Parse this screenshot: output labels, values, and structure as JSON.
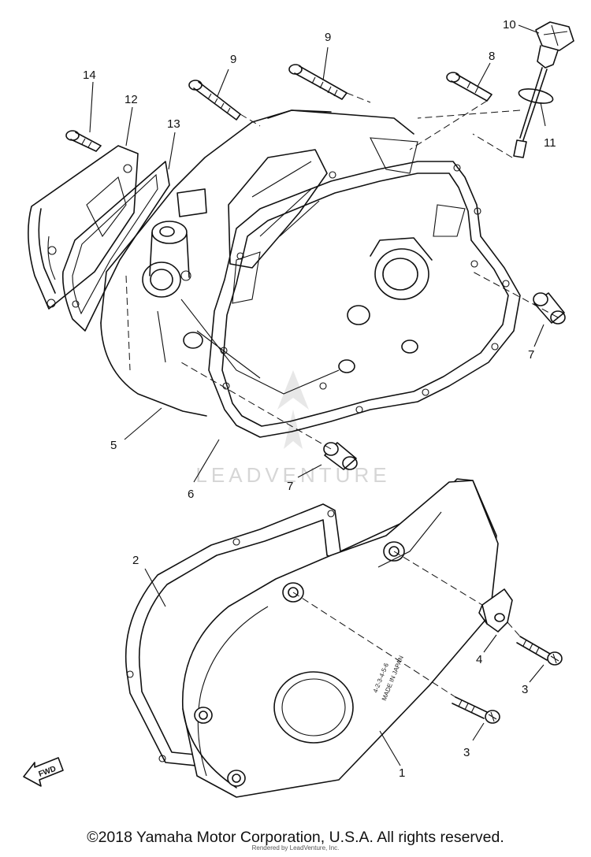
{
  "diagram": {
    "part_numbers": [
      "1",
      "2",
      "3",
      "3",
      "4",
      "5",
      "6",
      "7",
      "7",
      "8",
      "9",
      "9",
      "10",
      "11",
      "12",
      "13",
      "14"
    ],
    "watermark": "LEADVENTURE",
    "direction_arrow": "FWD",
    "cover_stamp": {
      "line1": "4-2-3-4-5-6",
      "line2": "MADE IN JAPAN"
    },
    "icons": [
      "fwd-arrow-icon",
      "watermark-logo-icon"
    ]
  },
  "footer": {
    "copyright": "©2018 Yamaha Motor Corporation, U.S.A. All rights reserved.",
    "rendered_by": "Rendered by LeadVenture, Inc."
  }
}
